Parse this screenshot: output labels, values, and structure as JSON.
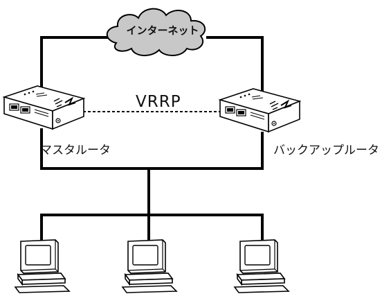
{
  "diagram": {
    "internet_label": "インターネット",
    "protocol_label": "VRRP",
    "master_router_label": "マスタルータ",
    "backup_router_label": "バックアップルータ"
  },
  "colors": {
    "line": "#000000",
    "cloud_fill": "#c8c8c8",
    "router_fill": "#ffffff",
    "pc_fill": "#ffffff"
  },
  "icons": {
    "cloud": "cloud-icon",
    "router": "router-icon",
    "computer": "computer-icon"
  }
}
